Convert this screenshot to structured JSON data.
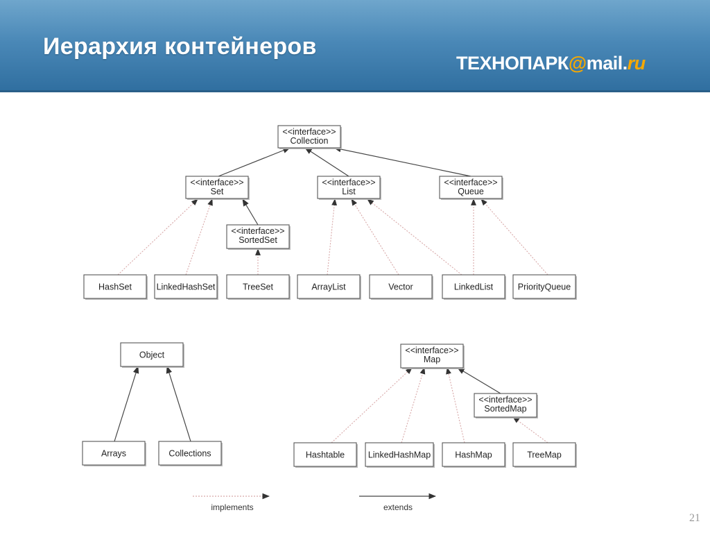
{
  "header": {
    "title": "Иерархия контейнеров",
    "logo": {
      "main": "ТЕХНОПАРК",
      "at": "@",
      "mail": "mail",
      "dot": ".",
      "ru": "ru"
    }
  },
  "nodes": {
    "collection": [
      "<<interface>>",
      "Collection"
    ],
    "set": [
      "<<interface>>",
      "Set"
    ],
    "list": [
      "<<interface>>",
      "List"
    ],
    "queue": [
      "<<interface>>",
      "Queue"
    ],
    "sortedset": [
      "<<interface>>",
      "SortedSet"
    ],
    "hashset": [
      "HashSet"
    ],
    "linkedhashset": [
      "LinkedHashSet"
    ],
    "treeset": [
      "TreeSet"
    ],
    "arraylist": [
      "ArrayList"
    ],
    "vector": [
      "Vector"
    ],
    "linkedlist": [
      "LinkedList"
    ],
    "priorityqueue": [
      "PriorityQueue"
    ],
    "object": [
      "Object"
    ],
    "arrays": [
      "Arrays"
    ],
    "collections": [
      "Collections"
    ],
    "map": [
      "<<interface>>",
      "Map"
    ],
    "sortedmap": [
      "<<interface>>",
      "SortedMap"
    ],
    "hashtable": [
      "Hashtable"
    ],
    "linkedhashmap": [
      "LinkedHashMap"
    ],
    "hashmap": [
      "HashMap"
    ],
    "treemap": [
      "TreeMap"
    ]
  },
  "edges": [
    {
      "from": "set",
      "to": "collection",
      "type": "extends"
    },
    {
      "from": "list",
      "to": "collection",
      "type": "extends"
    },
    {
      "from": "queue",
      "to": "collection",
      "type": "extends"
    },
    {
      "from": "sortedset",
      "to": "set",
      "type": "extends"
    },
    {
      "from": "hashset",
      "to": "set",
      "type": "implements"
    },
    {
      "from": "linkedhashset",
      "to": "set",
      "type": "implements"
    },
    {
      "from": "treeset",
      "to": "sortedset",
      "type": "implements"
    },
    {
      "from": "arraylist",
      "to": "list",
      "type": "implements"
    },
    {
      "from": "vector",
      "to": "list",
      "type": "implements"
    },
    {
      "from": "linkedlist",
      "to": "list",
      "type": "implements"
    },
    {
      "from": "linkedlist",
      "to": "queue",
      "type": "implements"
    },
    {
      "from": "priorityqueue",
      "to": "queue",
      "type": "implements"
    },
    {
      "from": "arrays",
      "to": "object",
      "type": "extends"
    },
    {
      "from": "collections",
      "to": "object",
      "type": "extends"
    },
    {
      "from": "sortedmap",
      "to": "map",
      "type": "extends"
    },
    {
      "from": "hashtable",
      "to": "map",
      "type": "implements"
    },
    {
      "from": "linkedhashmap",
      "to": "map",
      "type": "implements"
    },
    {
      "from": "hashmap",
      "to": "map",
      "type": "implements"
    },
    {
      "from": "treemap",
      "to": "sortedmap",
      "type": "implements"
    }
  ],
  "legend": {
    "implements": "implements",
    "extends": "extends"
  },
  "page_number": "21",
  "colors": {
    "header": "#4a88b7",
    "logo_accent": "#f6a800",
    "implements_line": "#d8a8a8",
    "extends_line": "#444444"
  }
}
